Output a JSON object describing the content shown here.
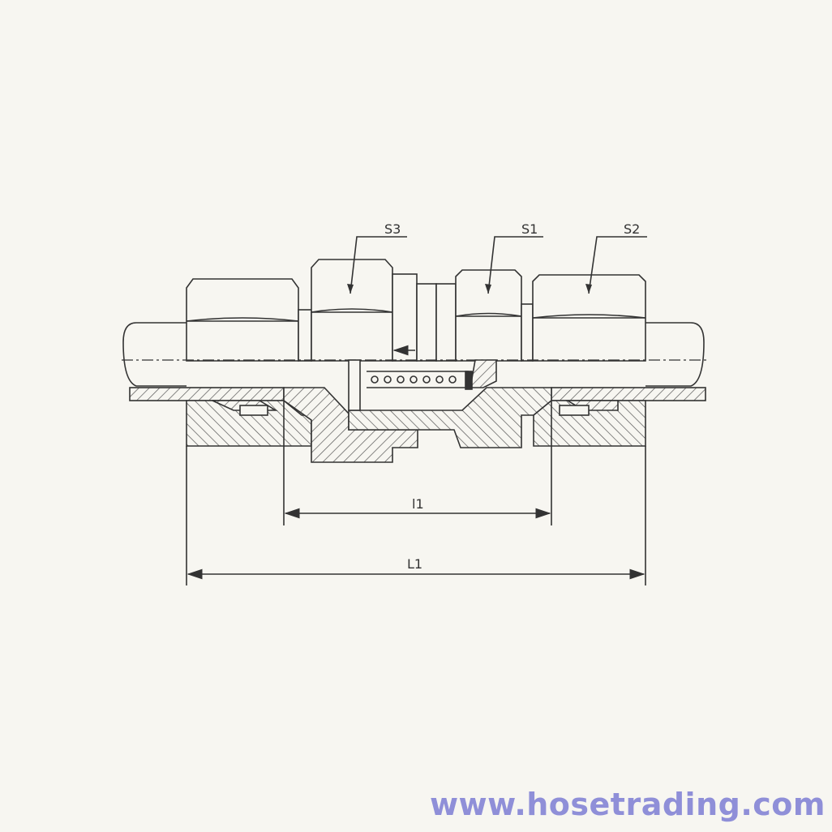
{
  "diagram": {
    "labels": {
      "s3": "S3",
      "s1": "S1",
      "s2": "S2",
      "l1_small": "l1",
      "l1_large": "L1"
    }
  },
  "watermark": {
    "text": "www.hosetrading.com",
    "color": "#8f8fd8"
  },
  "colors": {
    "line": "#333333",
    "paper": "#f7f6f1"
  }
}
